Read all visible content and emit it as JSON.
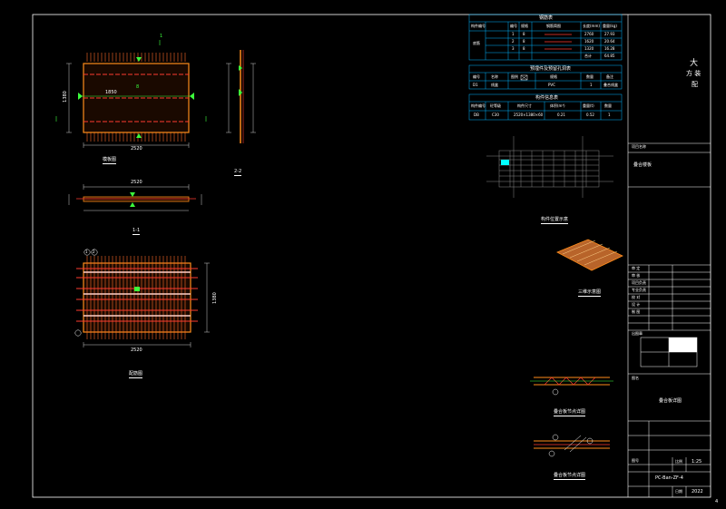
{
  "colors": {
    "background": "#000000",
    "frame": "#ffffff",
    "panel_edge": "#ff8c1a",
    "bar_red": "#ff3b2f",
    "bar_white": "#ffd0c8",
    "dim_green": "#3cff3c",
    "table_line": "#00b4ff",
    "highlight_cyan": "#00ffff"
  },
  "views": {
    "plan_top": {
      "caption": "模板图",
      "dim_width": "2520",
      "dim_height": "1380",
      "dim_inner": "1850",
      "section_mark": "1",
      "label_center": "8"
    },
    "section_11": {
      "caption": "1-1",
      "dim_width": "2520"
    },
    "section_22": {
      "caption": "2-2"
    },
    "plan_bottom": {
      "caption": "配筋图",
      "dim_width": "2520",
      "dim_height": "1380",
      "axis_a": "1",
      "axis_b": "2"
    },
    "key_plan": {
      "caption": "构件位置示意"
    },
    "iso_view": {
      "caption": "三维示意图"
    },
    "node_1": {
      "caption": "叠合板节点详图"
    },
    "node_2": {
      "caption": "叠合板节点详图"
    }
  },
  "tables": {
    "rebar": {
      "title": "钢筋表",
      "headers": [
        "构件编号",
        "",
        "编号",
        "规格",
        "钢筋简图",
        "长度(mm)",
        "重量(kg)"
      ],
      "group_label": "底筋",
      "rows": [
        [
          "",
          "1",
          "8",
          "",
          "2760",
          "27.93"
        ],
        [
          "",
          "2",
          "8",
          "",
          "1620",
          "20.64"
        ],
        [
          "",
          "3",
          "8",
          "",
          "1320",
          "16.28"
        ]
      ],
      "total_label": "合计",
      "total_value": "64.85"
    },
    "embeds": {
      "title": "预埋件及预留孔洞表",
      "headers": [
        "编号",
        "名称",
        "图例",
        "规格",
        "数量",
        "备注"
      ],
      "row": [
        "D1",
        "线盒",
        "",
        "PVC",
        "1",
        "叠合线盒"
      ]
    },
    "component": {
      "title": "构件信息表",
      "headers": [
        "构件编号",
        "砼等级",
        "构件尺寸",
        "体积(m³)",
        "重量(t)",
        "数量"
      ],
      "row": [
        "DB",
        "C30",
        "2520×1380×60",
        "0.21",
        "0.52",
        "1"
      ]
    }
  },
  "title_block": {
    "company_line1": "大",
    "company_line2": "方 装",
    "company_line3": "配",
    "project_label": "项目名称",
    "project_name": "叠合楼板",
    "rows": [
      "审 定",
      "审 核",
      "项目负责",
      "专业负责",
      "校 对",
      "设 计",
      "制 图"
    ],
    "stamp_label": "出图章",
    "drawing_title_label": "图名",
    "drawing_title": "叠合板详图",
    "field_drawing_no": "图号",
    "field_scale": "比例",
    "scale_value": "1:25",
    "drawing_number": "PC-Ban-ZF-4",
    "field_date": "日期",
    "date_value": "2022"
  },
  "page_number": "4"
}
